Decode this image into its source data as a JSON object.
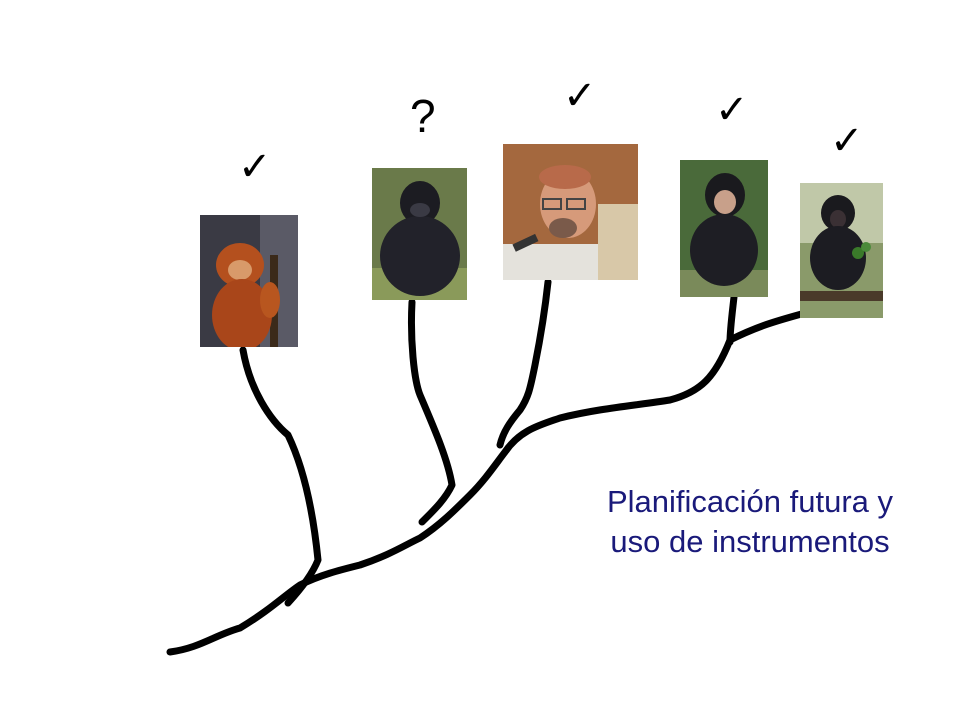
{
  "species": [
    {
      "id": "orangutan",
      "mark": "✓"
    },
    {
      "id": "gorilla",
      "mark": "?"
    },
    {
      "id": "human",
      "mark": "✓"
    },
    {
      "id": "chimpanzee",
      "mark": "✓"
    },
    {
      "id": "bonobo",
      "mark": "✓"
    }
  ],
  "caption": "Planificación futura y uso de instrumentos",
  "colors": {
    "branch": "#000000",
    "caption": "#1a1a7a"
  }
}
